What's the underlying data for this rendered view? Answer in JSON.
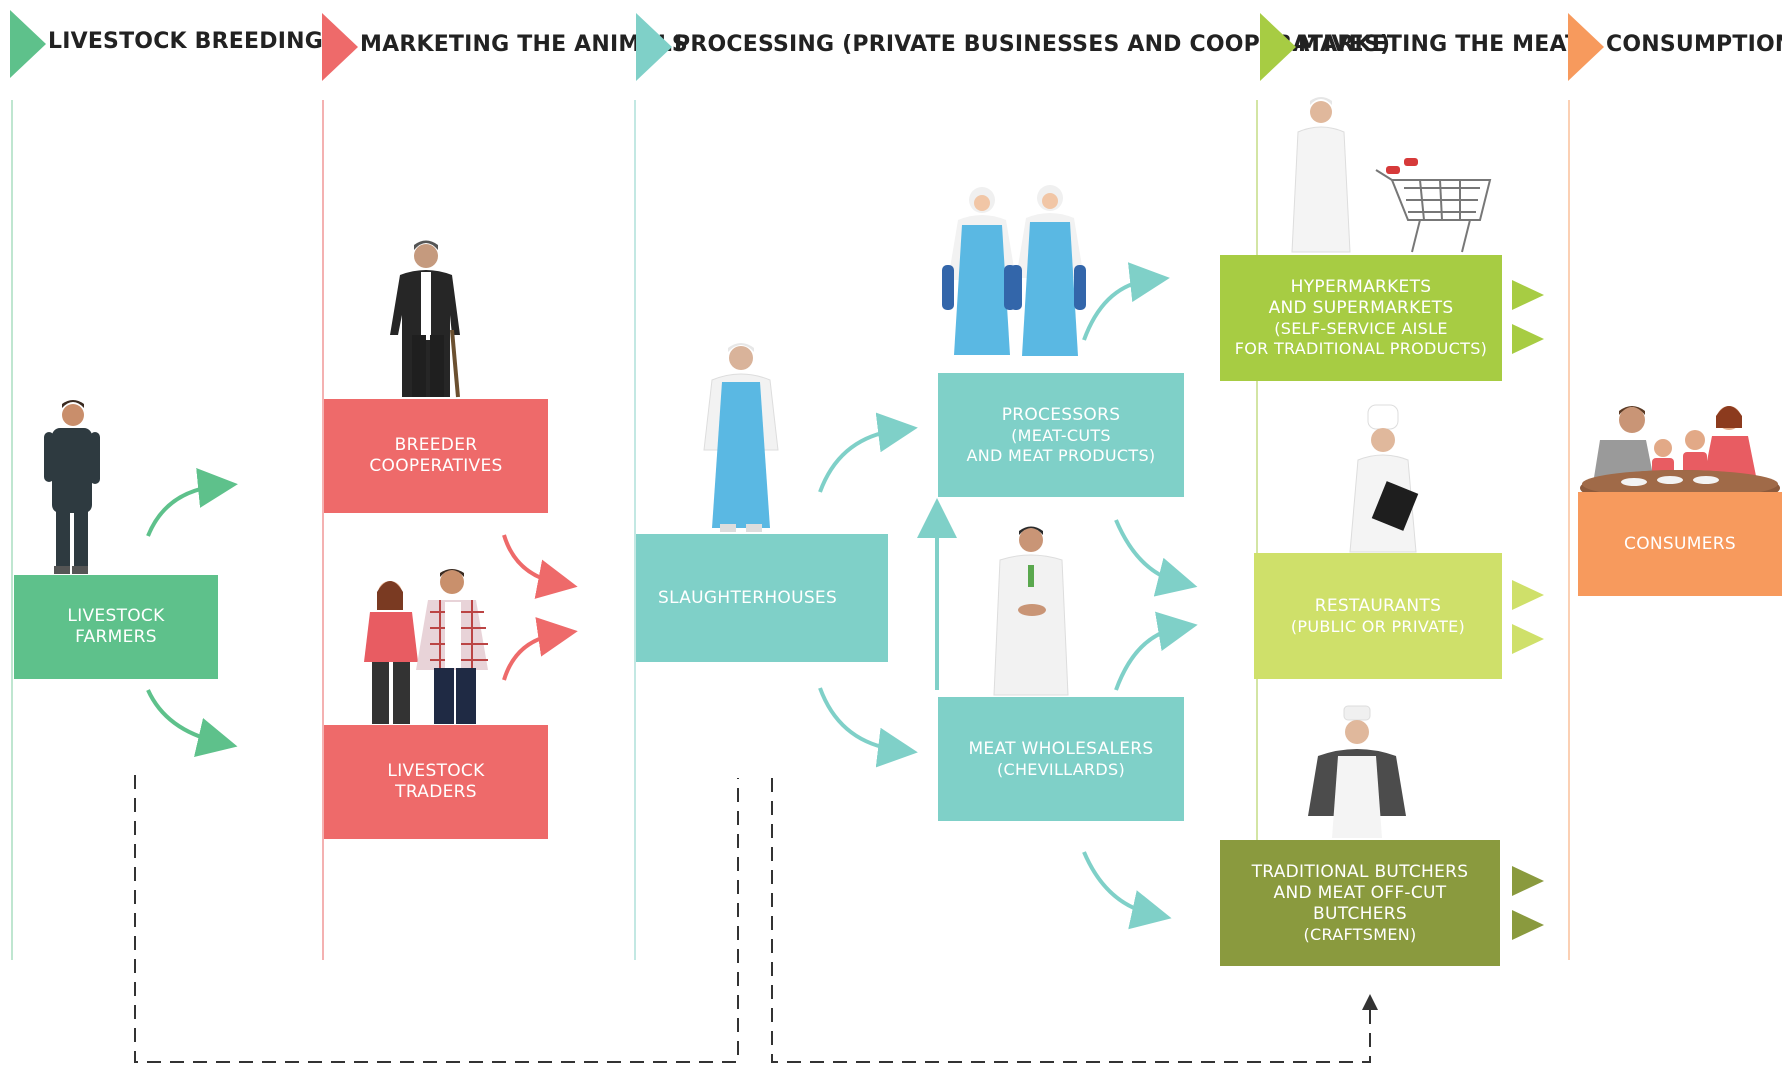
{
  "stages": [
    {
      "label": "LIVESTOCK BREEDING",
      "color": "#5ec18b"
    },
    {
      "label": "MARKETING THE ANIMALS",
      "color": "#ee6a6a"
    },
    {
      "label": "PROCESSING (PRIVATE BUSINESSES AND COOPERATIVES)",
      "color": "#7fd0c8"
    },
    {
      "label": "MARKETING THE MEAT",
      "color": "#a7cc43"
    },
    {
      "label": "CONSUMPTION",
      "color": "#f79a5d"
    }
  ],
  "nodes": {
    "livestock_farmers": [
      "LIVESTOCK",
      "FARMERS"
    ],
    "breeder_cooperatives": [
      "BREEDER",
      "COOPERATIVES"
    ],
    "livestock_traders": [
      "LIVESTOCK",
      "TRADERS"
    ],
    "slaughterhouses": [
      "SLAUGHTERHOUSES"
    ],
    "processors": [
      "PROCESSORS",
      "(MEAT-CUTS",
      "AND MEAT PRODUCTS)"
    ],
    "meat_wholesalers": [
      "MEAT WHOLESALERS",
      "(CHEVILLARDS)"
    ],
    "hypermarkets": [
      "HYPERMARKETS",
      "AND SUPERMARKETS",
      "(SELF-SERVICE AISLE",
      "FOR TRADITIONAL PRODUCTS)"
    ],
    "restaurants": [
      "RESTAURANTS",
      "(PUBLIC OR PRIVATE)"
    ],
    "butchers": [
      "TRADITIONAL BUTCHERS",
      "AND MEAT OFF-CUT",
      "BUTCHERS",
      "(CRAFTSMEN)"
    ],
    "consumers": [
      "CONSUMERS"
    ]
  },
  "colors": {
    "green": "#5ec18b",
    "red": "#ee6a6a",
    "teal": "#7fd0c8",
    "lime": "#a7cc43",
    "yellow_green": "#cfe06a",
    "olive": "#8a9a3e",
    "orange": "#f79a5d",
    "dashed": "#333333"
  },
  "icons": {
    "farmer": "farmer-figure-icon",
    "breeder": "breeder-figure-icon",
    "traders": "traders-couple-icon",
    "slaughterer": "slaughterhouse-worker-icon",
    "processors": "processors-workers-icon",
    "wholesaler": "wholesaler-figure-icon",
    "supermarket": "shopkeeper-and-cart-icon",
    "chef": "chef-icon",
    "butcher": "butcher-icon",
    "family": "family-at-table-icon"
  }
}
